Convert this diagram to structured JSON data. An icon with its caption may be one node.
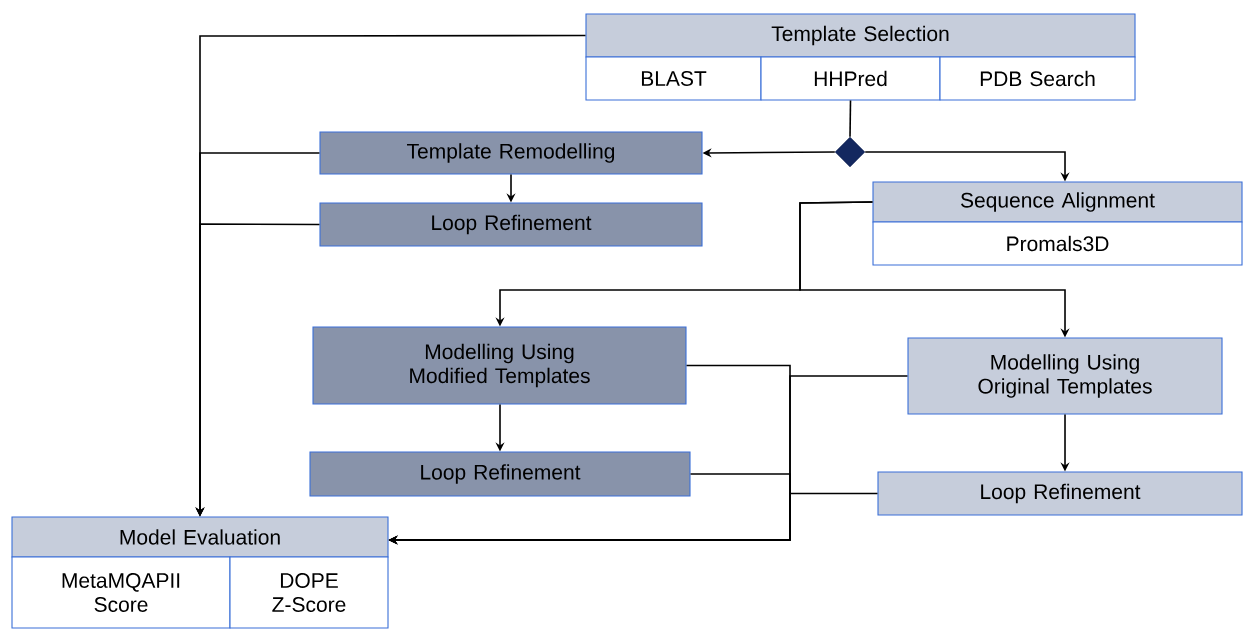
{
  "diagram": {
    "nodes": [
      {
        "text": [
          "Template Selection"
        ]
      },
      {
        "text": [
          "BLAST"
        ]
      },
      {
        "text": [
          "HHPred"
        ]
      },
      {
        "text": [
          "PDB Search"
        ]
      },
      {
        "text": [
          "Template Remodelling"
        ]
      },
      {
        "text": [],
        "shape": "diamond"
      },
      {
        "text": [
          "Loop Refinement"
        ]
      },
      {
        "text": [
          "Sequence Alignment"
        ]
      },
      {
        "text": [
          "Promals3D"
        ]
      },
      {
        "text": [
          "Modelling Using Modified Templates"
        ]
      },
      {
        "text": [
          "Modelling Using Original Templates"
        ]
      },
      {
        "text": [
          "Loop Refinement"
        ]
      },
      {
        "text": [
          "Loop Refinement"
        ]
      },
      {
        "text": [
          "Model Evaluation"
        ]
      },
      {
        "text": [
          "MetaMQAPII Score"
        ]
      },
      {
        "text": [
          "DOPE Z-Score"
        ]
      }
    ],
    "edges": [
      {
        "from": 0,
        "to": 13,
        "arrow": "to"
      },
      {
        "from": 4,
        "to": 13,
        "arrow": "to"
      },
      {
        "from": 6,
        "to": 13,
        "arrow": "to"
      },
      {
        "from": 2,
        "to": 5,
        "arrow": "none"
      },
      {
        "from": 5,
        "to": 4,
        "arrow": "to"
      },
      {
        "from": 5,
        "to": 7,
        "arrow": "to"
      },
      {
        "from": 4,
        "to": 6,
        "arrow": "to"
      },
      {
        "from": 7,
        "to": 9,
        "arrow": "to"
      },
      {
        "from": 7,
        "to": 10,
        "arrow": "to"
      },
      {
        "from": 9,
        "to": 11,
        "arrow": "to"
      },
      {
        "from": 10,
        "to": 12,
        "arrow": "to"
      },
      {
        "from": 9,
        "to": 13,
        "arrow": "to"
      },
      {
        "from": 10,
        "to": 13,
        "arrow": "to"
      },
      {
        "from": 11,
        "to": 13,
        "arrow": "to"
      },
      {
        "from": 12,
        "to": 13,
        "arrow": "to"
      }
    ]
  }
}
